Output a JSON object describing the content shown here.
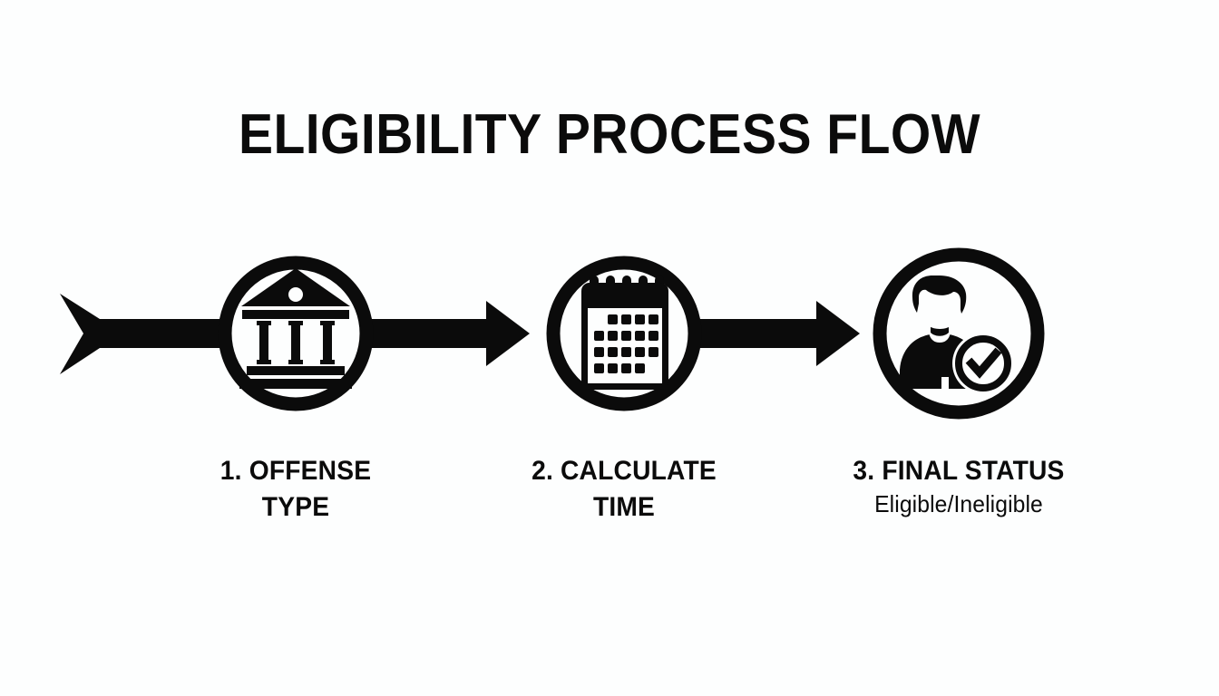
{
  "page": {
    "title": "ELIGIBILITY PROCESS FLOW",
    "background_color": "#fdfefe",
    "foreground_color": "#0b0b0b"
  },
  "flow": {
    "entry_arrow": "fletched-arrow-into-step-1",
    "connectors": [
      {
        "from": "step-1",
        "to": "step-2",
        "style": "solid-arrow-right"
      },
      {
        "from": "step-2",
        "to": "step-3",
        "style": "solid-arrow-right"
      }
    ],
    "steps": [
      {
        "number": "1",
        "icon": "courthouse-icon",
        "title_lines": [
          "1. OFFENSE",
          "TYPE"
        ],
        "subtitle": ""
      },
      {
        "number": "2",
        "icon": "calendar-icon",
        "title_lines": [
          "2. CALCULATE",
          "TIME"
        ],
        "subtitle": ""
      },
      {
        "number": "3",
        "icon": "user-verified-icon",
        "title_lines": [
          "3. FINAL STATUS"
        ],
        "subtitle": "Eligible/Ineligible"
      }
    ]
  }
}
